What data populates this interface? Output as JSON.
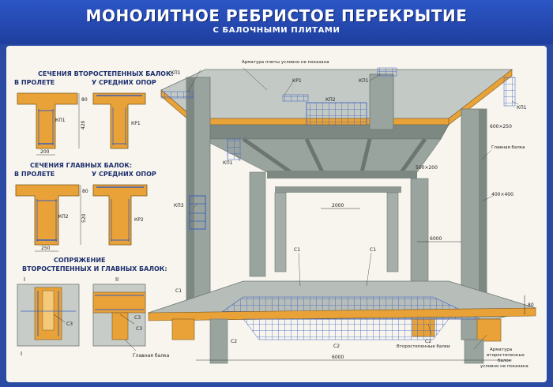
{
  "title": "МОНОЛИТНОЕ РЕБРИСТОЕ ПЕРЕКРЫТИЕ",
  "subtitle": "С БАЛОЧНЫМИ ПЛИТАМИ",
  "left": {
    "secondary_heading": "СЕЧЕНИЯ ВТОРОСТЕПЕННЫХ БАЛОК:",
    "in_span": "В ПРОЛЕТЕ",
    "at_supports": "У СРЕДНИХ ОПОР",
    "main_heading": "СЕЧЕНИЯ ГЛАВНЫХ БАЛОК:",
    "joint_heading_1": "СОПРЯЖЕНИЕ",
    "joint_heading_2": "ВТОРОСТЕПЕННЫХ И ГЛАВНЫХ БАЛОК:",
    "sec_dim_top": "80",
    "sec_dim_height": "420",
    "sec_dim_width": "200",
    "main_dim_top": "80",
    "main_dim_height": "520",
    "main_dim_width": "250",
    "kp1": "КП1",
    "kr1": "КР1",
    "kp2": "КП2",
    "kr2": "КР2",
    "c3": "С3",
    "section_mark_1": "I",
    "section_mark_2": "II",
    "main_beam_label": "Главная балка"
  },
  "main": {
    "reinf_note": "Арматура плиты условно не показана",
    "kr1": "КР1",
    "kp1": "КП1",
    "kp2": "КП2",
    "kp3": "КП3",
    "dim_600x250": "600×250",
    "main_beam": "Главная балка",
    "dim_500x200": "500×200",
    "dim_2000": "2000",
    "dim_400x400": "400×400",
    "dim_6000_span": "6000",
    "c1": "С1",
    "c2": "С2",
    "dim_80": "80",
    "secondary_beams": "Второстепенные балки",
    "reinf_beams_1": "Арматура",
    "reinf_beams_2": "второстепенных",
    "reinf_beams_3": "балок",
    "reinf_beams_4": "условно не показана",
    "dim_6000_bottom": "6000"
  },
  "colors": {
    "header_blue": "#2448b4",
    "concrete": "#9aa49e",
    "concrete_dark": "#7e8882",
    "concrete_light": "#c3c9c5",
    "slab_orange": "#e9a237",
    "rebar_blue": "#3a5fbf"
  }
}
